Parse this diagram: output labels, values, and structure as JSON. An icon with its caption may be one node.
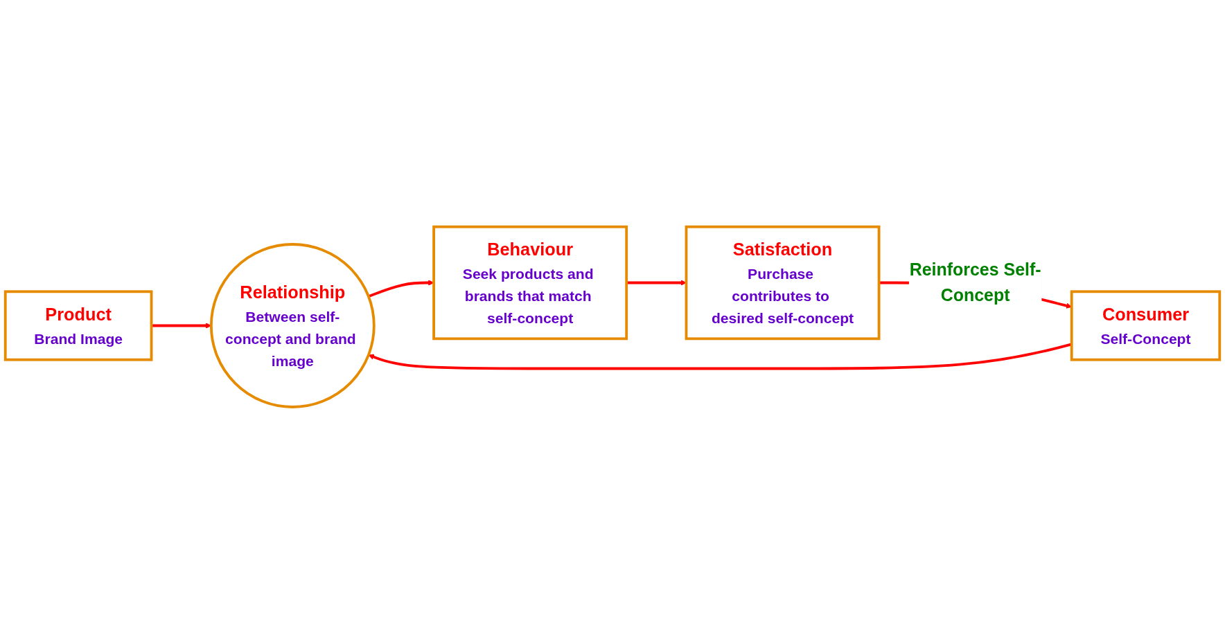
{
  "diagram": {
    "nodes": [
      {
        "text": [
          "Product",
          "Brand Image"
        ]
      },
      {
        "text": [
          "Consumer",
          "Self-Concept"
        ]
      },
      {
        "text": [
          "Relationship",
          "Between self-concept and brand image"
        ]
      },
      {
        "text": [
          "Behaviour",
          "Seek products and brands that match self-concept"
        ]
      },
      {
        "text": [
          "Satisfaction",
          "Purchase contributes to desired self-concept"
        ]
      }
    ],
    "edges": [
      {
        "from": 0,
        "to": 2,
        "arrow": "to"
      },
      {
        "from": 1,
        "to": 2,
        "arrow": "to"
      },
      {
        "from": 2,
        "to": 3,
        "arrow": "to"
      },
      {
        "from": 3,
        "to": 4,
        "arrow": "to"
      },
      {
        "from": 4,
        "to": 1,
        "arrow": "to",
        "label": "Reinforces Self-Concept"
      }
    ]
  }
}
